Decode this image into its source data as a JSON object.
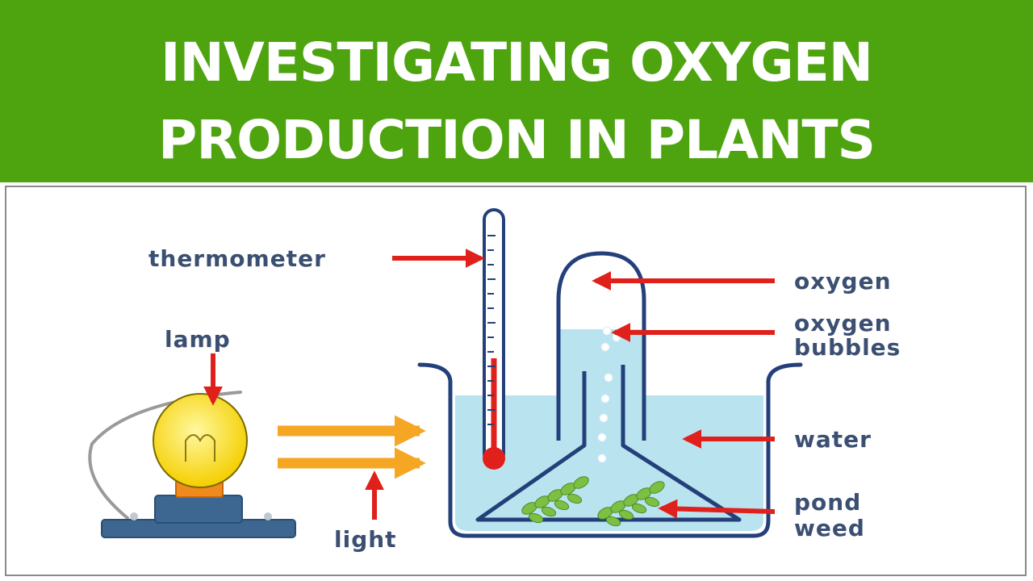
{
  "title": {
    "line1": "INVESTIGATING OXYGEN",
    "line2": "PRODUCTION IN PLANTS"
  },
  "labels": {
    "thermometer": "thermometer",
    "lamp": "lamp",
    "light": "light",
    "oxygen": "oxygen",
    "oxygen_bubbles_1": "oxygen",
    "oxygen_bubbles_2": "bubbles",
    "water": "water",
    "pond_weed_1": "pond",
    "pond_weed_2": "weed"
  },
  "colors": {
    "banner": "#4ea40f",
    "label_text": "#3b4f72",
    "arrow_red": "#e0201b",
    "light_arrow": "#f5a623",
    "water": "#b9e3ef",
    "glass_outline": "#24407a",
    "bulb": "#ffe01a",
    "lamp_base": "#3d6690",
    "lamp_collar": "#f08a1c",
    "weed": "#7cc043"
  }
}
